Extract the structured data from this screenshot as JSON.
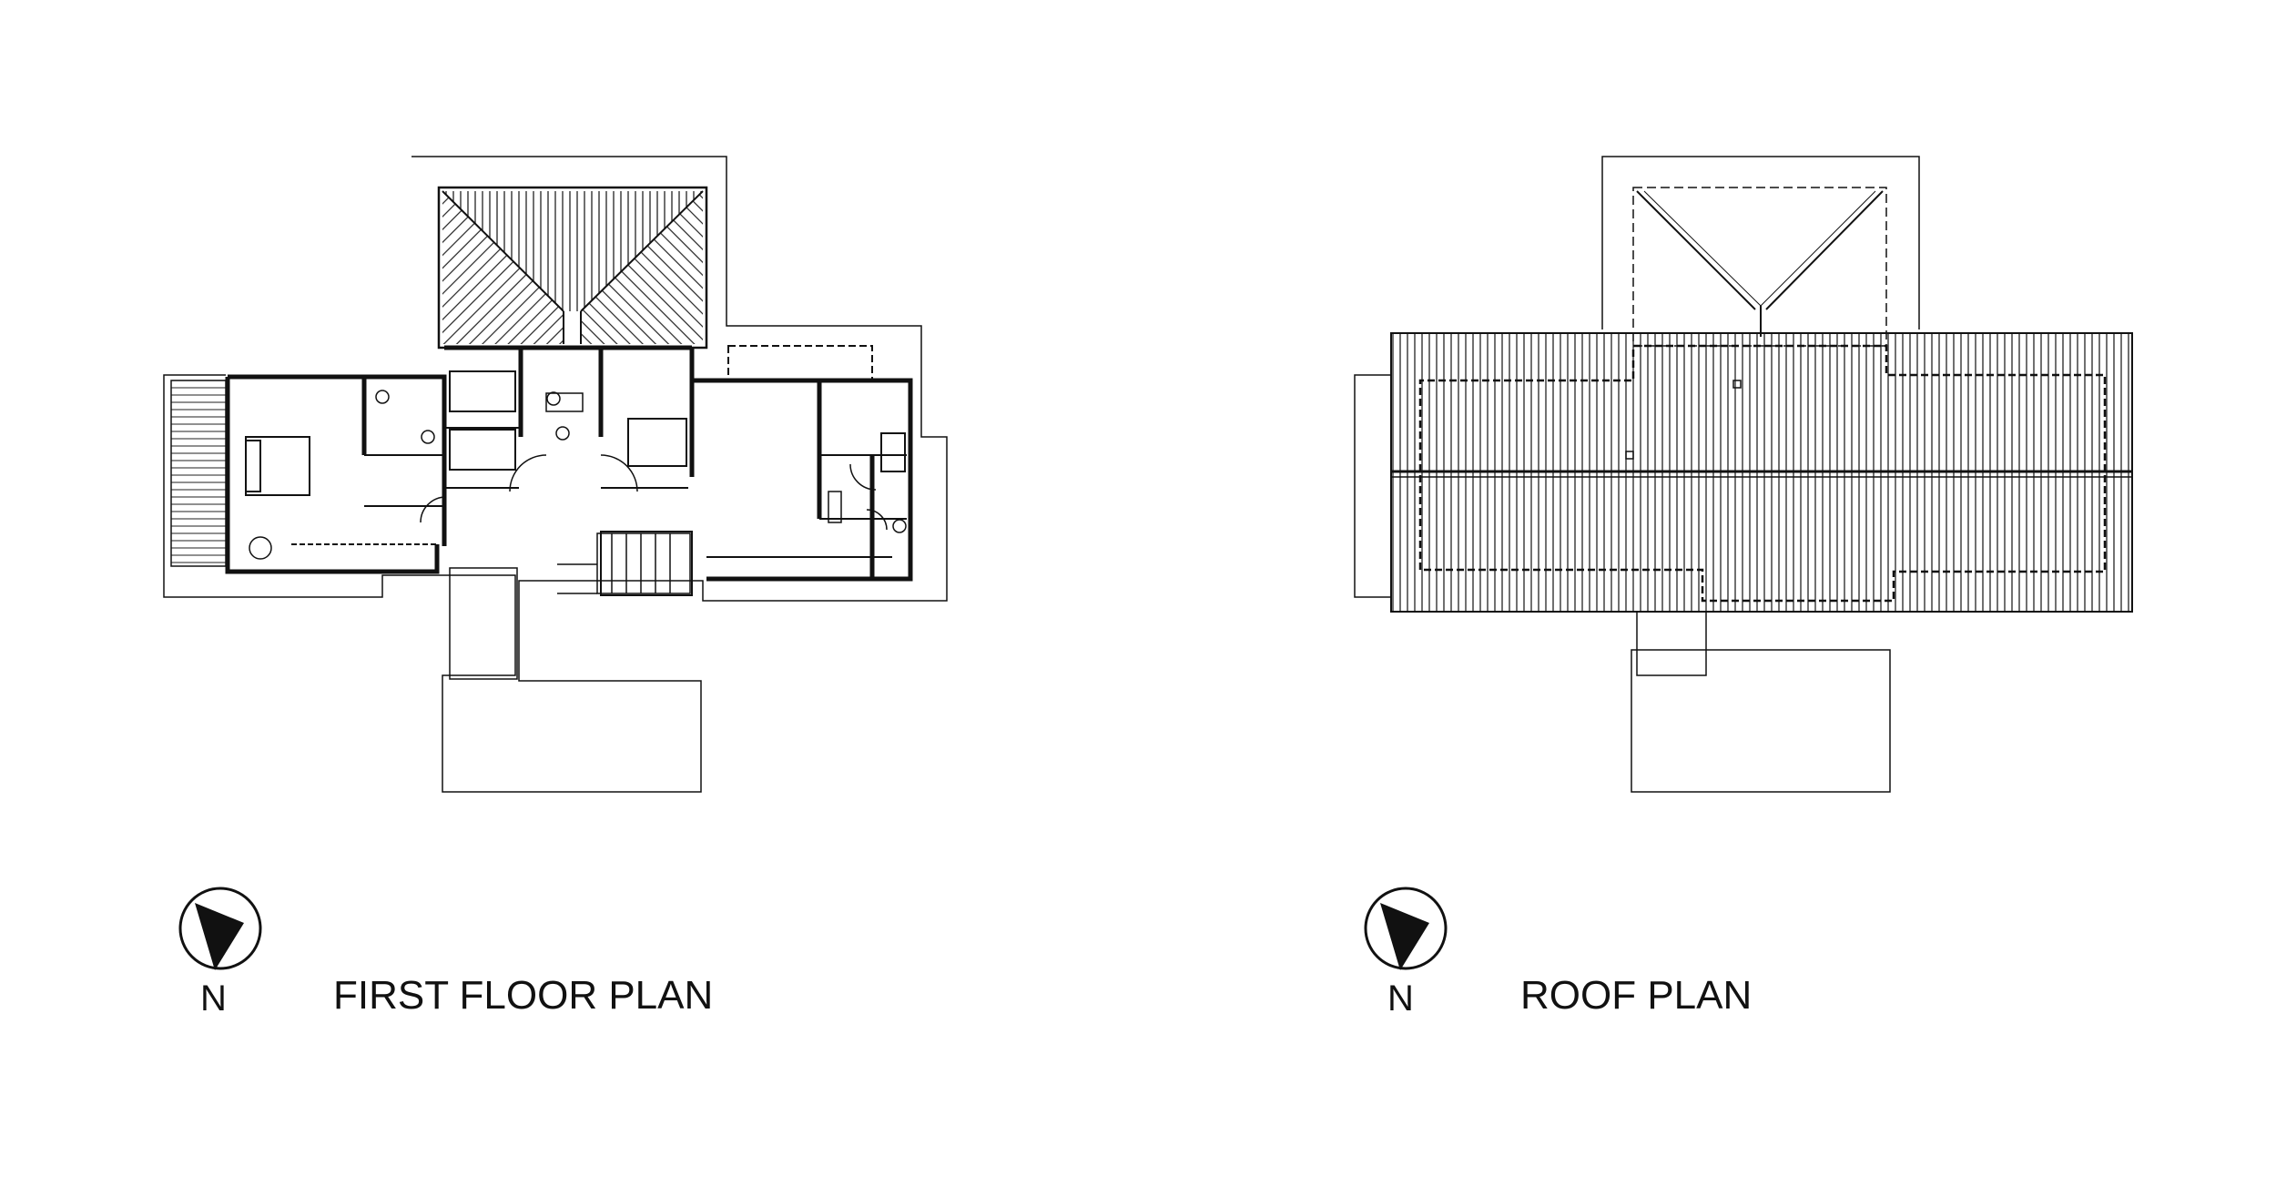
{
  "plans": [
    {
      "id": "first-floor",
      "title": "FIRST FLOOR PLAN",
      "north_label": "N"
    },
    {
      "id": "roof",
      "title": "ROOF PLAN",
      "north_label": "N"
    }
  ],
  "colors": {
    "line": "#111111",
    "thin": "#333333",
    "background": "#ffffff"
  },
  "icons": [
    "north-arrow-icon",
    "bed-icon",
    "toilet-icon",
    "sink-icon",
    "door-swing-icon",
    "stair-icon"
  ]
}
